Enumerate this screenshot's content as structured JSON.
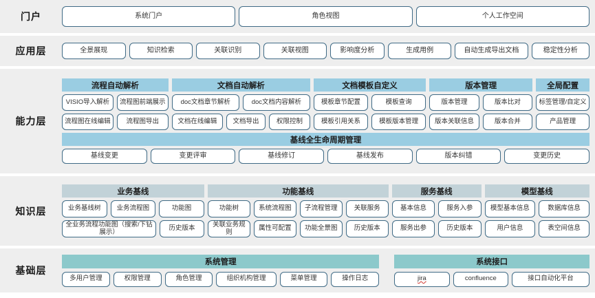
{
  "colors": {
    "band_bg": "#eeeeee",
    "capability_header": "#9acde2",
    "knowledge_header": "#c2d2d8",
    "foundation_header": "#8cc9cb",
    "pill_border": "#3f6a85",
    "page_bg": "#ffffff"
  },
  "layers": {
    "portal": {
      "label": "门户",
      "items": [
        "系统门户",
        "角色视图",
        "个人工作空间"
      ]
    },
    "application": {
      "label": "应用层",
      "items": [
        "全景展现",
        "知识检索",
        "关联识别",
        "关联视图",
        "影响度分析",
        "生成用例",
        "自动生成导出文档",
        "稳定性分析"
      ]
    },
    "capability": {
      "label": "能力层",
      "groups": [
        {
          "title": "流程自动解析",
          "row1": [
            "VISIO导入解析",
            "流程图前端展示"
          ],
          "row2": [
            "流程图在线编辑",
            "流程图导出"
          ]
        },
        {
          "title": "文档自动解析",
          "row1": [
            "doc文档章节解析",
            "doc文档内容解析"
          ],
          "row2": [
            "文档在线编辑",
            "文档导出",
            "权限控制"
          ]
        },
        {
          "title": "文档模板自定义",
          "row1": [
            "模板章节配置",
            "模板查询"
          ],
          "row2": [
            "模板引用关系",
            "模板版本管理"
          ]
        },
        {
          "title": "版本管理",
          "row1": [
            "版本管理",
            "版本比对"
          ],
          "row2": [
            "版本关联信息",
            "版本合并"
          ]
        },
        {
          "title": "全局配置",
          "row1": [
            "标签管理/自定义"
          ],
          "row2": [
            "产品管理"
          ]
        }
      ],
      "lifecycle": {
        "title": "基线全生命周期管理",
        "items": [
          "基线变更",
          "变更评审",
          "基线修订",
          "基线发布",
          "版本纠错",
          "变更历史"
        ]
      }
    },
    "knowledge": {
      "label": "知识层",
      "groups": [
        {
          "title": "业务基线",
          "row1": [
            "业务基线树",
            "业务流程图",
            "功能图"
          ],
          "row2": [
            "全业务流程功能图（搜索/下钻展示）",
            "历史版本"
          ]
        },
        {
          "title": "功能基线",
          "row1": [
            "功能树",
            "系统流程图",
            "子流程管理",
            "关联服务"
          ],
          "row2": [
            "关联业务规则",
            "属性可配置",
            "功能全景图",
            "历史版本"
          ]
        },
        {
          "title": "服务基线",
          "row1": [
            "基本信息",
            "服务入参"
          ],
          "row2": [
            "服务出参",
            "历史版本"
          ]
        },
        {
          "title": "模型基线",
          "row1": [
            "模型基本信息",
            "数据库信息"
          ],
          "row2": [
            "用户信息",
            "表空间信息"
          ]
        }
      ]
    },
    "foundation": {
      "label": "基础层",
      "groups": [
        {
          "title": "系统管理",
          "items": [
            "多用户管理",
            "权限管理",
            "角色管理",
            "组织机构管理",
            "菜单管理",
            "操作日志"
          ]
        },
        {
          "title": "系统接口",
          "items": [
            "jira",
            "confluence",
            "接口自动化平台"
          ]
        }
      ]
    }
  }
}
